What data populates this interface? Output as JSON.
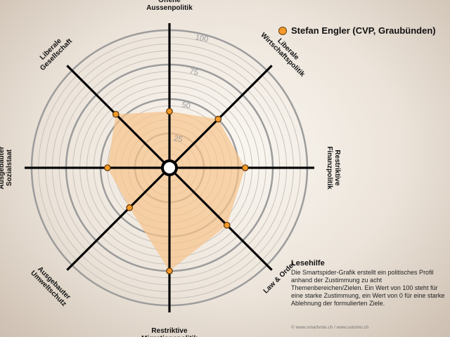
{
  "chart_data": {
    "type": "radar",
    "series": [
      {
        "name": "Stefan Engler (CVP, Graubünden)",
        "color": "#f39a2a",
        "fill": "#f6c38c",
        "values": [
          41,
          50,
          55,
          59,
          75,
          41,
          45,
          55
        ]
      }
    ],
    "axes": [
      {
        "label": [
          "Offene",
          "Aussenpolitik"
        ]
      },
      {
        "label": [
          "Liberale",
          "Wirtschaftspolitik"
        ]
      },
      {
        "label": [
          "Restriktive",
          "Finanzpolitik"
        ]
      },
      {
        "label": [
          "Law & Order"
        ]
      },
      {
        "label": [
          "Restriktive",
          "Migrationspolitik"
        ]
      },
      {
        "label": [
          "Ausgebauter",
          "Umweltschutz"
        ]
      },
      {
        "label": [
          "Ausgebauter",
          "Sozialstaat"
        ]
      },
      {
        "label": [
          "Liberale",
          "Gesellschaft"
        ]
      }
    ],
    "rings": [
      25,
      50,
      75,
      100
    ],
    "ring_labels": [
      "25",
      "50",
      "75",
      "100"
    ],
    "range": [
      0,
      100
    ]
  },
  "legend": {
    "label": "Stefan Engler (CVP, Graubünden)"
  },
  "lesehilfe": {
    "title": "Lesehilfe",
    "text": "Die Smartspider-Grafik erstellt ein politisches Profil anhand der Zustimmung zu acht Themenbereichen/Zielen. Ein Wert von 100 steht für eine starke Zustimmung, ein Wert von 0 für eine starke Ablehnung der formulierten Ziele."
  },
  "footer": "© www.smartvote.ch / www.sotomo.ch"
}
